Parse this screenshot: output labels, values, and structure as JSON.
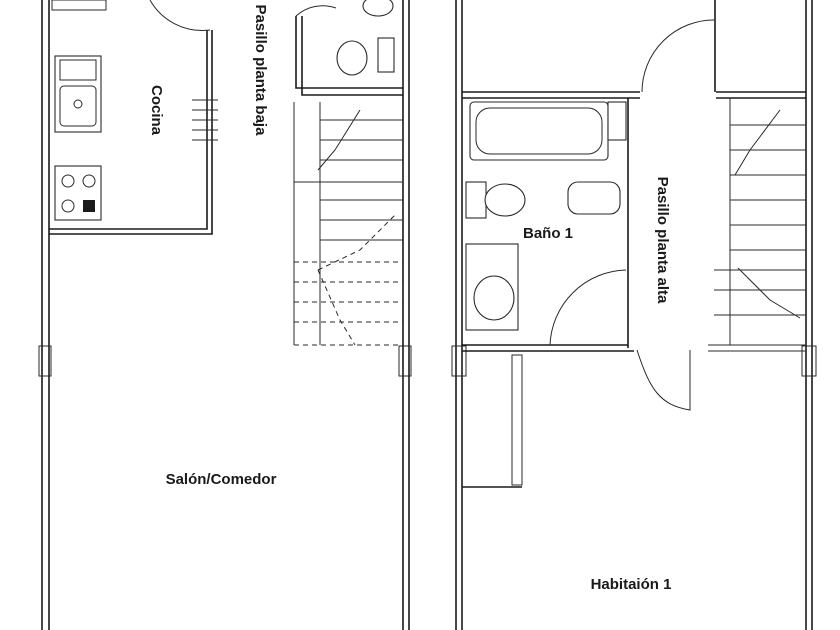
{
  "plan": {
    "rooms": [
      {
        "id": "cocina",
        "label": "Cocina"
      },
      {
        "id": "pasillo-baja",
        "label": "Pasillo planta baja"
      },
      {
        "id": "salon",
        "label": "Salón/Comedor"
      },
      {
        "id": "bano",
        "label": "Baño 1"
      },
      {
        "id": "pasillo-alta",
        "label": "Pasillo planta alta"
      },
      {
        "id": "habitacion",
        "label": "Habitaión 1"
      }
    ]
  }
}
